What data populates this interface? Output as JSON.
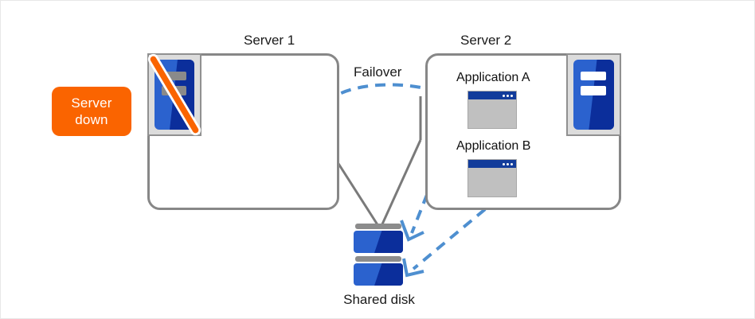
{
  "diagram": {
    "title_server1": "Server 1",
    "title_server2": "Server 2",
    "failover_label": "Failover",
    "shared_disk_label": "Shared disk",
    "status_badge": {
      "line1": "Server",
      "line2": "down",
      "color": "#FA6400",
      "text_color": "#FFFFFF"
    },
    "applications": [
      {
        "label": "Application  A"
      },
      {
        "label": "Application  B"
      }
    ],
    "icons": {
      "server_down": "server-down-icon",
      "server_ok": "server-ok-icon",
      "window": "application-window-icon",
      "disk": "shared-disk-icon"
    },
    "colors": {
      "box_border": "#878787",
      "server_blue_light": "#2B62CE",
      "server_blue_dark": "#0B2E9B",
      "icon_tile_bg": "#DCDCDC",
      "icon_tile_border": "#909090",
      "window_titlebar": "#123C9B",
      "window_body": "#C0C0C0",
      "arrow_blue": "#4E8FD0",
      "connector_gray": "#7A7A7A",
      "slash_orange": "#FA6400",
      "disk_bar_gray": "#8C8C8C"
    }
  }
}
